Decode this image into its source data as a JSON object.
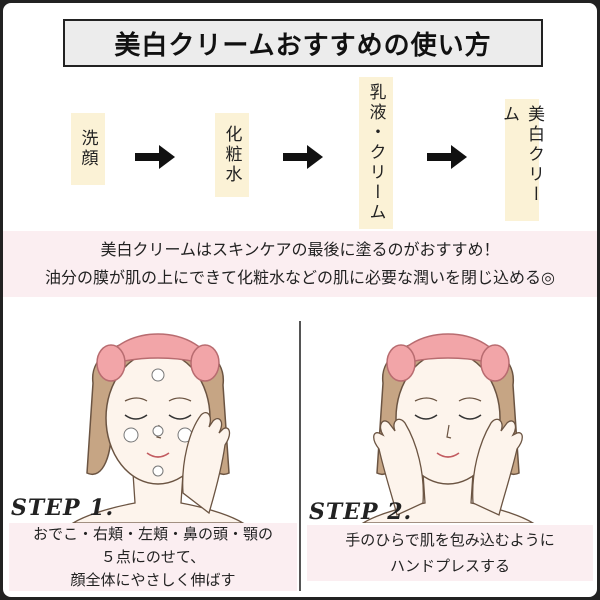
{
  "title": "美白クリームおすすめの使い方",
  "steps": [
    {
      "label": "洗顔"
    },
    {
      "label": "化粧水"
    },
    {
      "label": "乳液・クリーム"
    },
    {
      "label": "美白クリーム"
    }
  ],
  "note": {
    "line1": "美白クリームはスキンケアの最後に塗るのがおすすめ！",
    "line2": "油分の膜が肌の上にできて化粧水などの肌に必要な潤いを閉じ込める◎"
  },
  "step1": {
    "heading": "STEP 1.",
    "line1": "おでこ・右頬・左頬・鼻の頭・顎の",
    "line2": "５点にのせて、",
    "line3": "顔全体にやさしく伸ばす"
  },
  "step2": {
    "heading": "STEP 2.",
    "line1": "手のひらで肌を包み込むように",
    "line2": "ハンドプレスする"
  },
  "colors": {
    "accent_pink": "#fbeef1",
    "tag_cream": "#fbf2d6",
    "headband": "#f2a5a8",
    "hair": "#b89574",
    "skin": "#fdf4ec"
  },
  "icons": [
    "right-arrow-icon"
  ]
}
